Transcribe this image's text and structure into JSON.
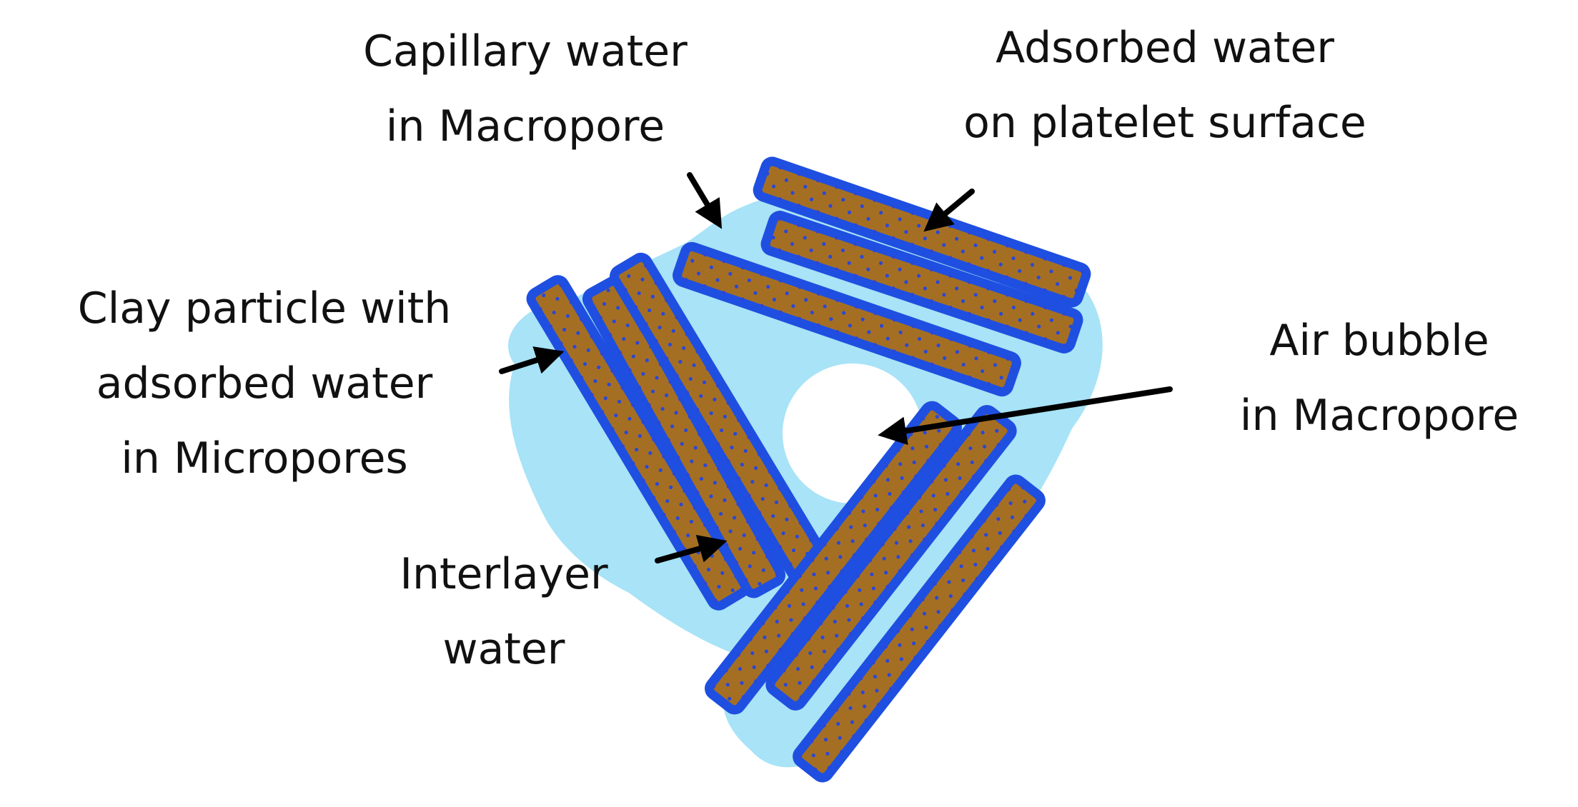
{
  "labels": {
    "capillary_water": "Capillary water\nin Macropore",
    "adsorbed_water": "Adsorbed water\non platelet surface",
    "clay_particle": "Clay particle with\nadsorbed water\nin Micropores",
    "air_bubble": "Air bubble\nin Macropore",
    "interlayer_water": "Interlayer\nwater"
  },
  "colors": {
    "water": "#a8e3f7",
    "clay": "#a56f23",
    "platelet_outline": "#1f4fe0",
    "dots": "#2a47d6",
    "arrows": "#000000",
    "air_bubble": "#ffffff"
  }
}
